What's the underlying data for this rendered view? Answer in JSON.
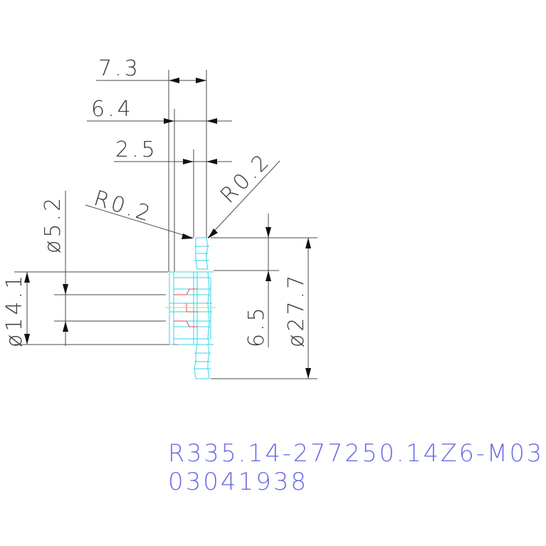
{
  "dimensions": {
    "width_7_3": "7.3",
    "width_6_4": "6.4",
    "width_2_5": "2.5",
    "radius_left": "R0.2",
    "radius_right": "R0.2",
    "dia_5_2": "ø5.2",
    "dia_14_1": "ø14.1",
    "height_6_5": "6.5",
    "dia_27_7": "ø27.7"
  },
  "title_block": {
    "part_number": "R335.14-277250.14Z6-M03",
    "item_code": "03041938"
  },
  "colors": {
    "outline": "#2fd6e8",
    "hidden": "#e24a4a",
    "center": "#e8d23a",
    "dimension": "#4a4a4a",
    "title": "#6a6ae8"
  }
}
